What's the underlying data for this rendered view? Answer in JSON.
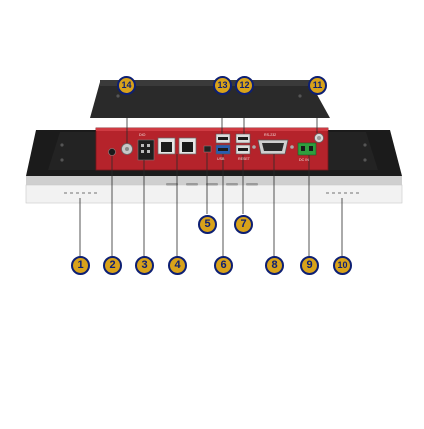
{
  "callouts": {
    "top": [
      "14",
      "13",
      "12",
      "11"
    ],
    "middle": [
      "5",
      "7"
    ],
    "bottom": [
      "1",
      "2",
      "3",
      "4",
      "6",
      "8",
      "9",
      "10"
    ]
  },
  "panel_labels": {
    "dio": "DIO",
    "com": "RS-232",
    "usb": "USB",
    "reset": "RESET",
    "power": "DC IN"
  },
  "colors": {
    "callout_fill": "#d8a21a",
    "callout_border": "#0d1f73",
    "io_panel": "#b5232b",
    "terminal_block": "#2f9e3e",
    "bezel": "#1b1b1b"
  }
}
